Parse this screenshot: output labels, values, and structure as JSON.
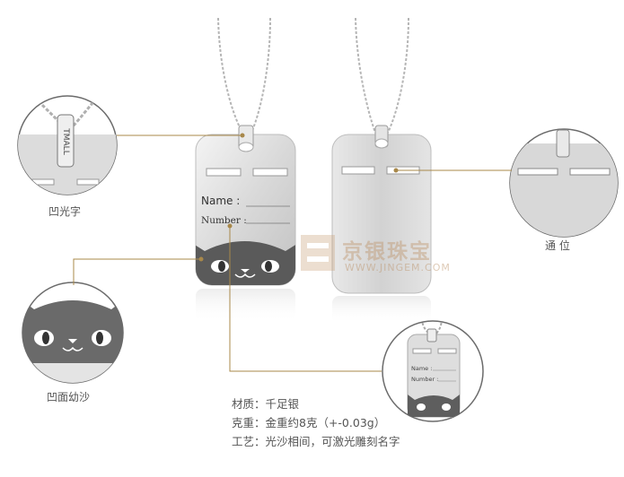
{
  "callouts": {
    "recessed_text": "凹光字",
    "vent": "通 位",
    "recessed_matte": "凹面幼沙"
  },
  "tag_text": {
    "name_label": "Name :",
    "number_label": "Number :",
    "mini_name_label": "Name :",
    "mini_number_label": "Number :",
    "bail_text": "TMALL"
  },
  "watermark": {
    "brand_cn": "京银珠宝",
    "url": "WWW.JINGEM.COM"
  },
  "specs": {
    "material": "材质：千足银",
    "weight": "克重：金重约8克（+-0.03g）",
    "craft": "工艺：光沙相间，可激光雕刻名字"
  },
  "colors": {
    "silver_light": "#e6e6e6",
    "silver_mid": "#c8c8c8",
    "cat_dark": "#555555",
    "gold_line": "#a8884a"
  }
}
